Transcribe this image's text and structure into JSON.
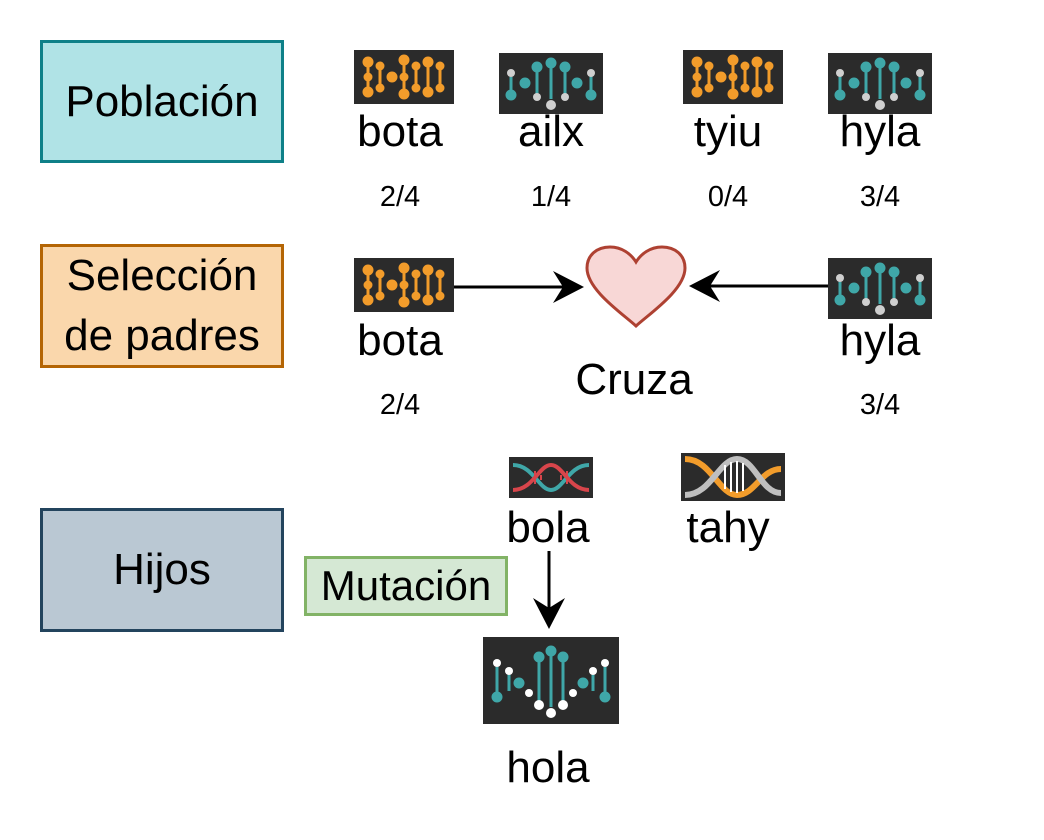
{
  "colors": {
    "poblacion_fill": "#b0e3e6",
    "poblacion_border": "#0e8088",
    "seleccion_fill": "#fad7ac",
    "seleccion_border": "#b46504",
    "hijos_fill": "#bac8d3",
    "hijos_border": "#23445d",
    "mutacion_fill": "#d5e8d4",
    "mutacion_border": "#82b366",
    "heart_fill": "#f8d7d6",
    "heart_border": "#ae4132",
    "orange_dna": "#f29c2b",
    "teal_dna": "#3fa7a8",
    "chip_bg": "#2b2b2b"
  },
  "stages": {
    "poblacion": "Población",
    "seleccion": "Selección de padres",
    "hijos": "Hijos"
  },
  "population": [
    {
      "name": "bota",
      "score": "2/4",
      "icon": "orange-dna-icon"
    },
    {
      "name": "ailx",
      "score": "1/4",
      "icon": "teal-dna-icon"
    },
    {
      "name": "tyiu",
      "score": "0/4",
      "icon": "orange-dna-icon"
    },
    {
      "name": "hyla",
      "score": "3/4",
      "icon": "teal-dna-icon"
    }
  ],
  "selection": {
    "parent_a": {
      "name": "bota",
      "score": "2/4",
      "icon": "orange-dna-icon"
    },
    "parent_b": {
      "name": "hyla",
      "score": "3/4",
      "icon": "teal-dna-icon"
    },
    "crossover_label": "Cruza",
    "crossover_icon": "heart-icon"
  },
  "children": [
    {
      "name": "bola",
      "icon": "red-teal-helix-icon"
    },
    {
      "name": "tahy",
      "icon": "orange-gray-helix-icon"
    }
  ],
  "mutation": {
    "label": "Mutación",
    "result": "hola",
    "icon": "teal-white-dna-icon"
  }
}
